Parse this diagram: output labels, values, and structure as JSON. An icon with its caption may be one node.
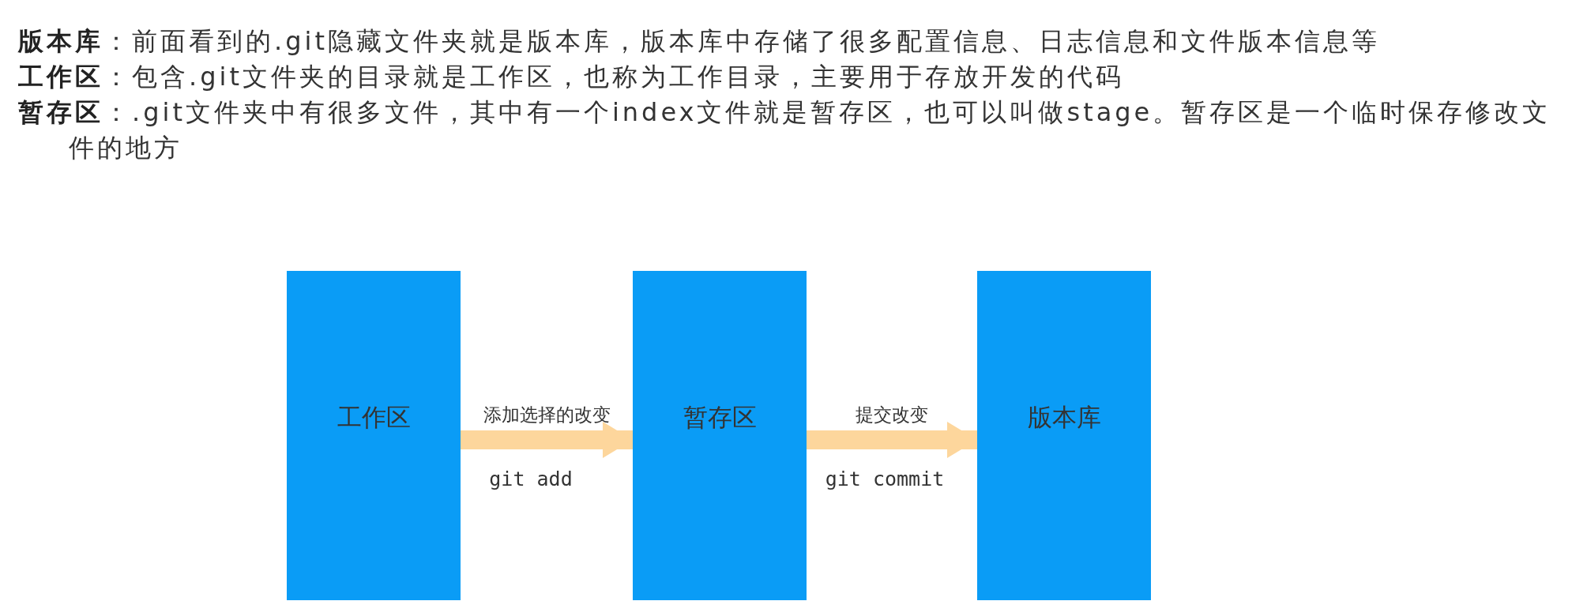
{
  "diagram": {
    "nodes": [
      {
        "text": [
          "工作区"
        ]
      },
      {
        "text": [
          "暂存区"
        ]
      },
      {
        "text": [
          "版本库"
        ]
      }
    ],
    "edges": [
      {
        "from": 0,
        "to": 1,
        "arrow": "to",
        "label": "添加选择的改变"
      },
      {
        "from": 1,
        "to": 2,
        "arrow": "to",
        "label": "提交改变"
      }
    ],
    "labels": [
      "**版本库**：前面看到的.git隐藏文件夹就是版本库，版本库中存储了很多配置信息、日志信息和文件版本信息等",
      "**工作区**：包含.git文件夹的目录就是工作区，也称为工作目录，主要用于存放开发的代码",
      "**暂存区**：.git文件夹中有很多文件，其中有一个index文件就是暂存区，也可以叫做stage。暂存区是一个临时保存修改文件的地方",
      "git add",
      "git commit"
    ]
  }
}
